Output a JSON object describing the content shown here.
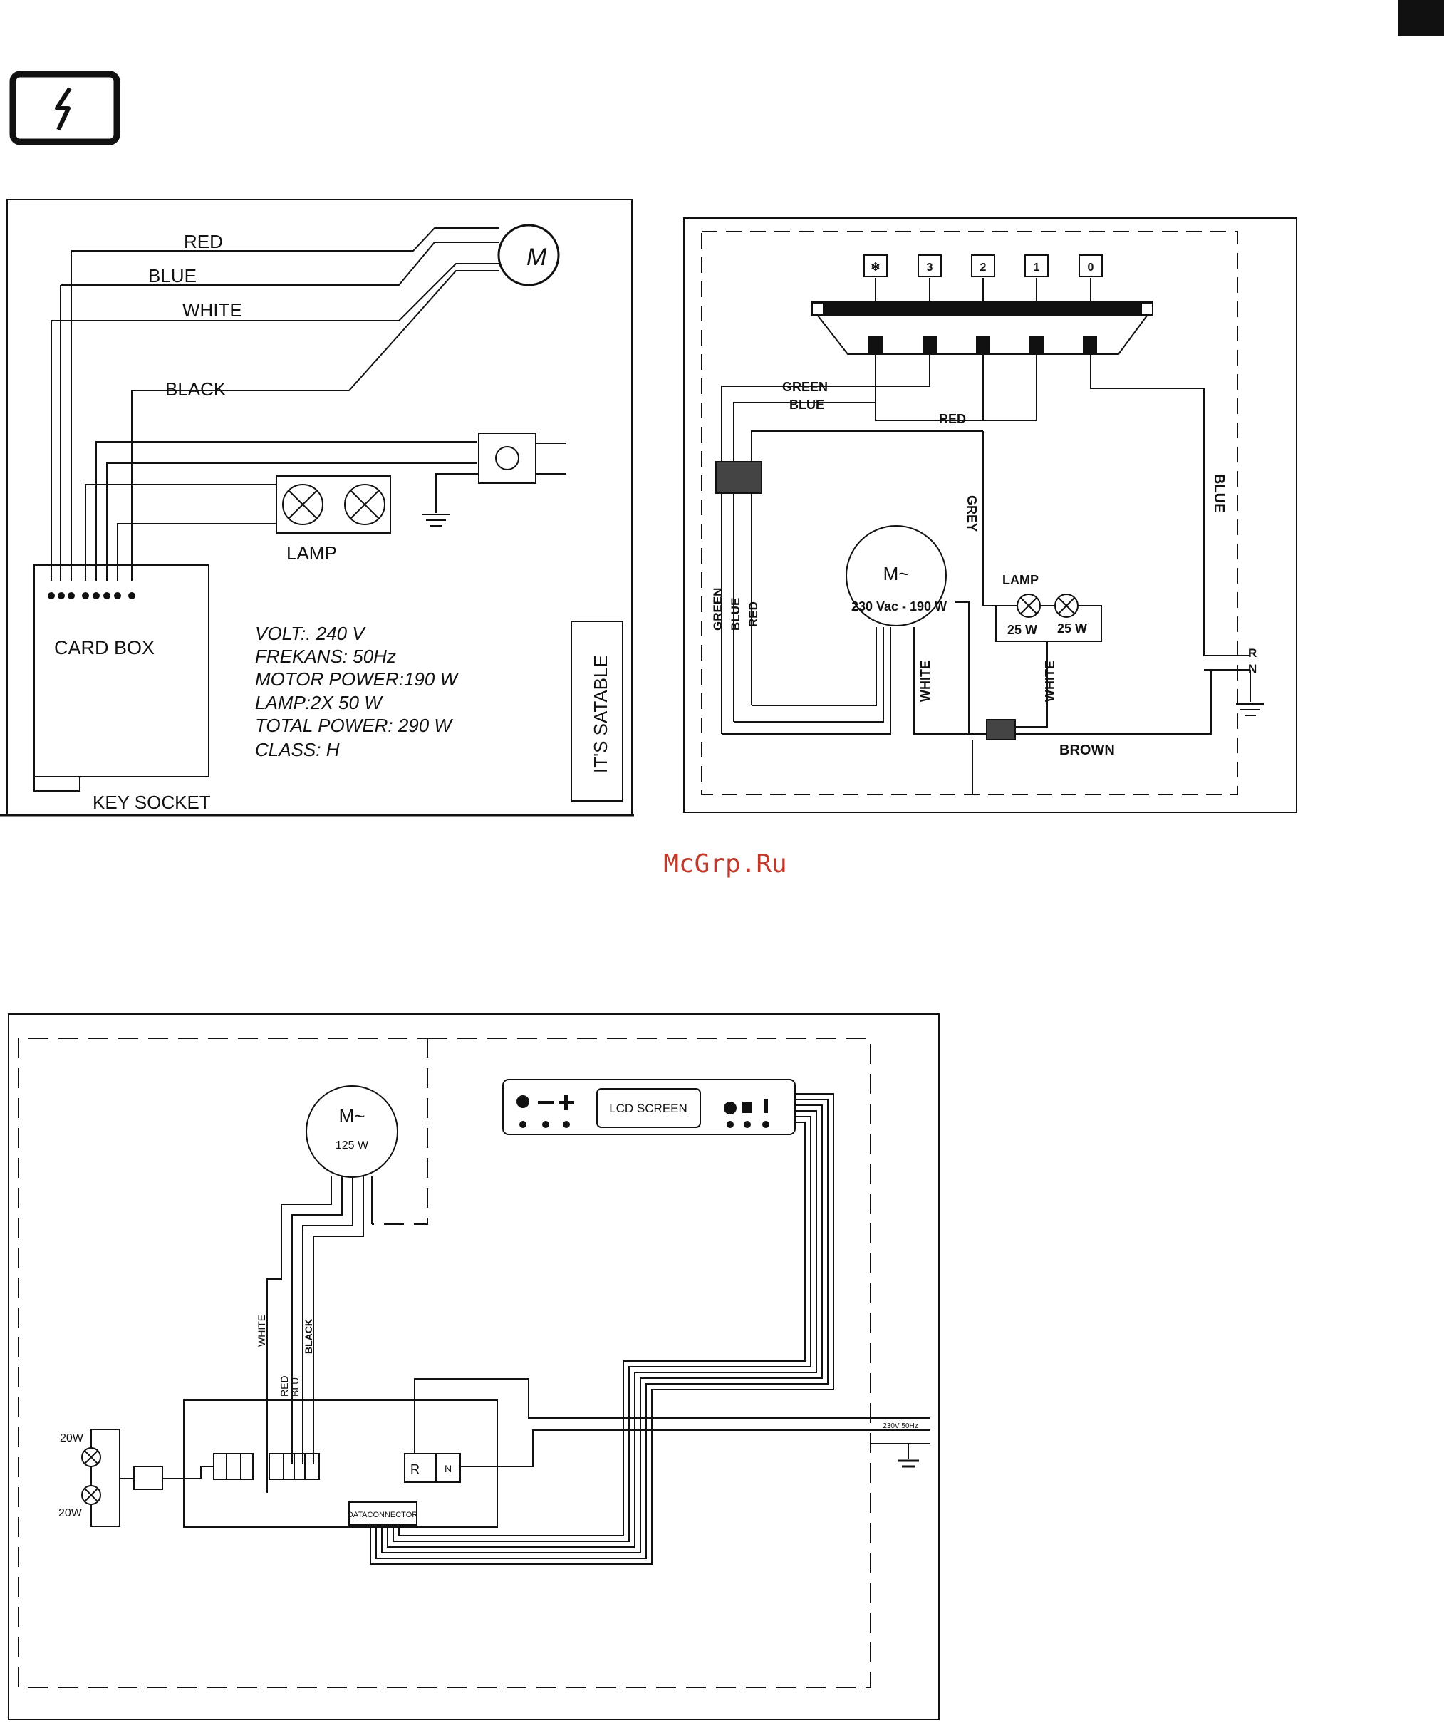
{
  "page": {
    "watermark": "McGrp.Ru",
    "symbol_icon": "lightning-warning-icon"
  },
  "diagram1": {
    "wire_labels": [
      "RED",
      "BLUE",
      "WHITE",
      "BLACK"
    ],
    "motor_label": "M",
    "lamp_label": "LAMP",
    "card_box": "CARD BOX",
    "key_socket": "KEY SOCKET",
    "specs": [
      "VOLT:. 240 V",
      "FREKANS: 50Hz",
      "MOTOR POWER:190 W",
      "LAMP:2X 50 W",
      "TOTAL POWER: 290 W",
      "CLASS: H"
    ],
    "side_note": "IT'S SATABLE"
  },
  "diagram2": {
    "switch_keys": [
      "❄",
      "3",
      "2",
      "1",
      "0"
    ],
    "wire_labels": {
      "green": "GREEN",
      "blue": "BLUE",
      "red": "RED",
      "grey": "GREY",
      "white": "WHITE",
      "brown": "BROWN"
    },
    "motor_symbol": "M~",
    "motor_rating": "230 Vac - 190 W",
    "lamp_label": "LAMP",
    "lamp_ratings": [
      "25 W",
      "25 W"
    ],
    "mains": [
      "R",
      "N"
    ]
  },
  "diagram3": {
    "motor_symbol": "M~",
    "motor_rating": "125 W",
    "lcd_label": "LCD SCREEN",
    "wire_labels": [
      "WHITE",
      "RED",
      "BLU",
      "BLACK"
    ],
    "lamp_ratings": [
      "20W",
      "20W"
    ],
    "terminals": [
      "R",
      "N"
    ],
    "connector_label": "DATACONNECTOR",
    "mains_label": "230V 50Hz"
  }
}
